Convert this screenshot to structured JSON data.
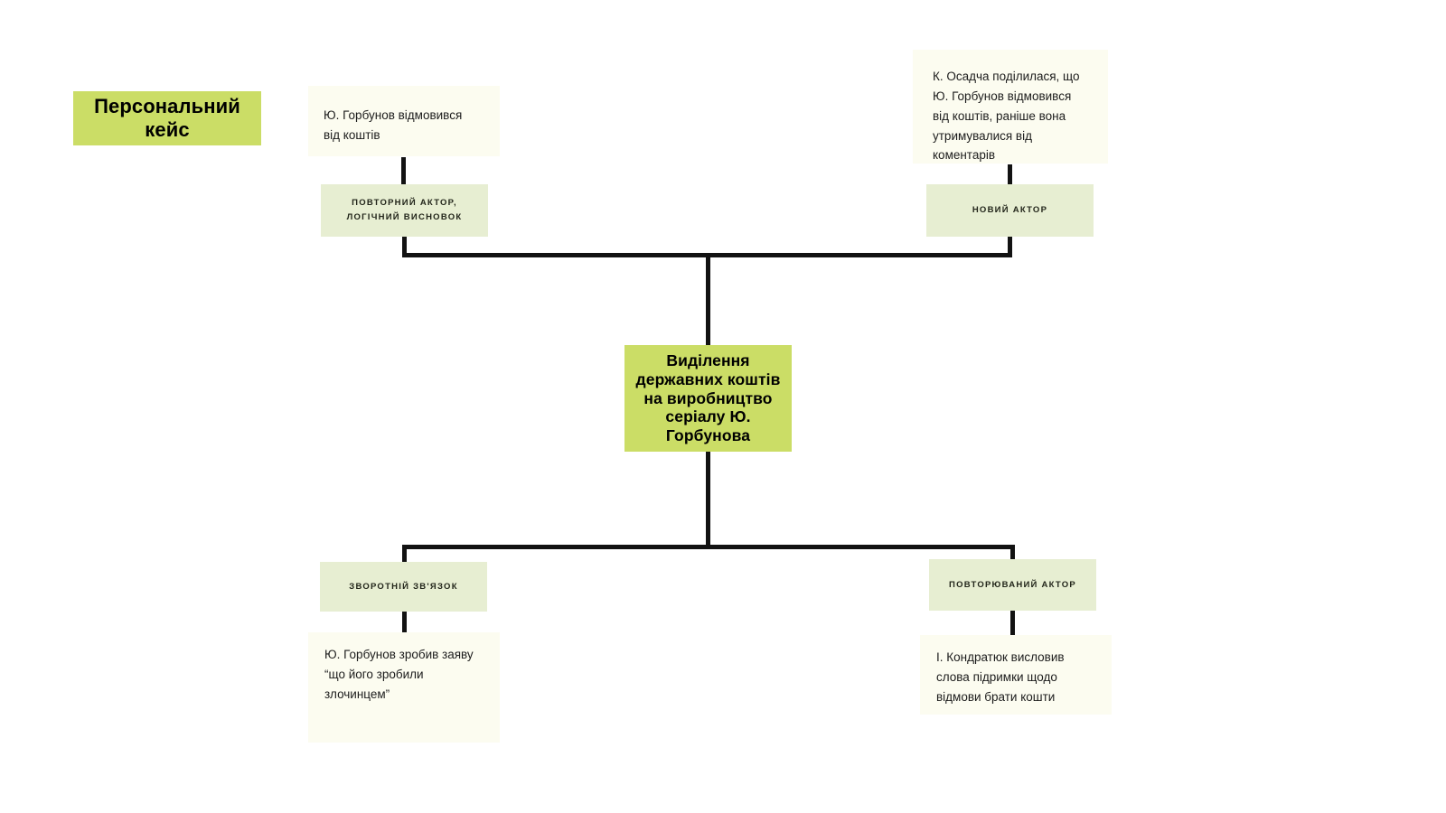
{
  "diagram": {
    "title_box": {
      "text": "Персональний кейс",
      "color": "#cbdd66"
    },
    "central_box": {
      "text": "Виділення державних коштів на виробництво серіалу Ю. Горбунова",
      "color": "#cbdd66"
    },
    "label_boxes": [
      {
        "id": "repeat-actor",
        "text": "ПОВТОРНИЙ АКТОР, ЛОГІЧНИЙ ВИСНОВОК",
        "color": "#e7eed2"
      },
      {
        "id": "new-actor",
        "text": "НОВИЙ АКТОР",
        "color": "#e7eed2"
      },
      {
        "id": "feedback",
        "text": "ЗВОРОТНІЙ ЗВ'ЯЗОК",
        "color": "#e7eed2"
      },
      {
        "id": "repeated-actor",
        "text": "ПОВТОРЮВАНИЙ АКТОР",
        "color": "#e7eed2"
      }
    ],
    "notes": [
      {
        "id": "gorbunov-refused",
        "text": "Ю. Горбунов відмовився від коштів",
        "color": "#fcfcf0"
      },
      {
        "id": "osadcha",
        "text": "К. Осадча поділилася, що Ю. Горбунов відмовився від коштів, раніше вона утримувалися від коментарів",
        "color": "#fcfcf0"
      },
      {
        "id": "statement",
        "text": "Ю. Горбунов зробив заяву “що його зробили злочинцем”",
        "color": "#fcfcf0"
      },
      {
        "id": "kondratyuk",
        "text": "І. Кондратюк висловив слова підримки щодо відмови брати кошти",
        "color": "#fcfcf0"
      }
    ],
    "connector_color": "#121212",
    "background": "#ffffff"
  }
}
